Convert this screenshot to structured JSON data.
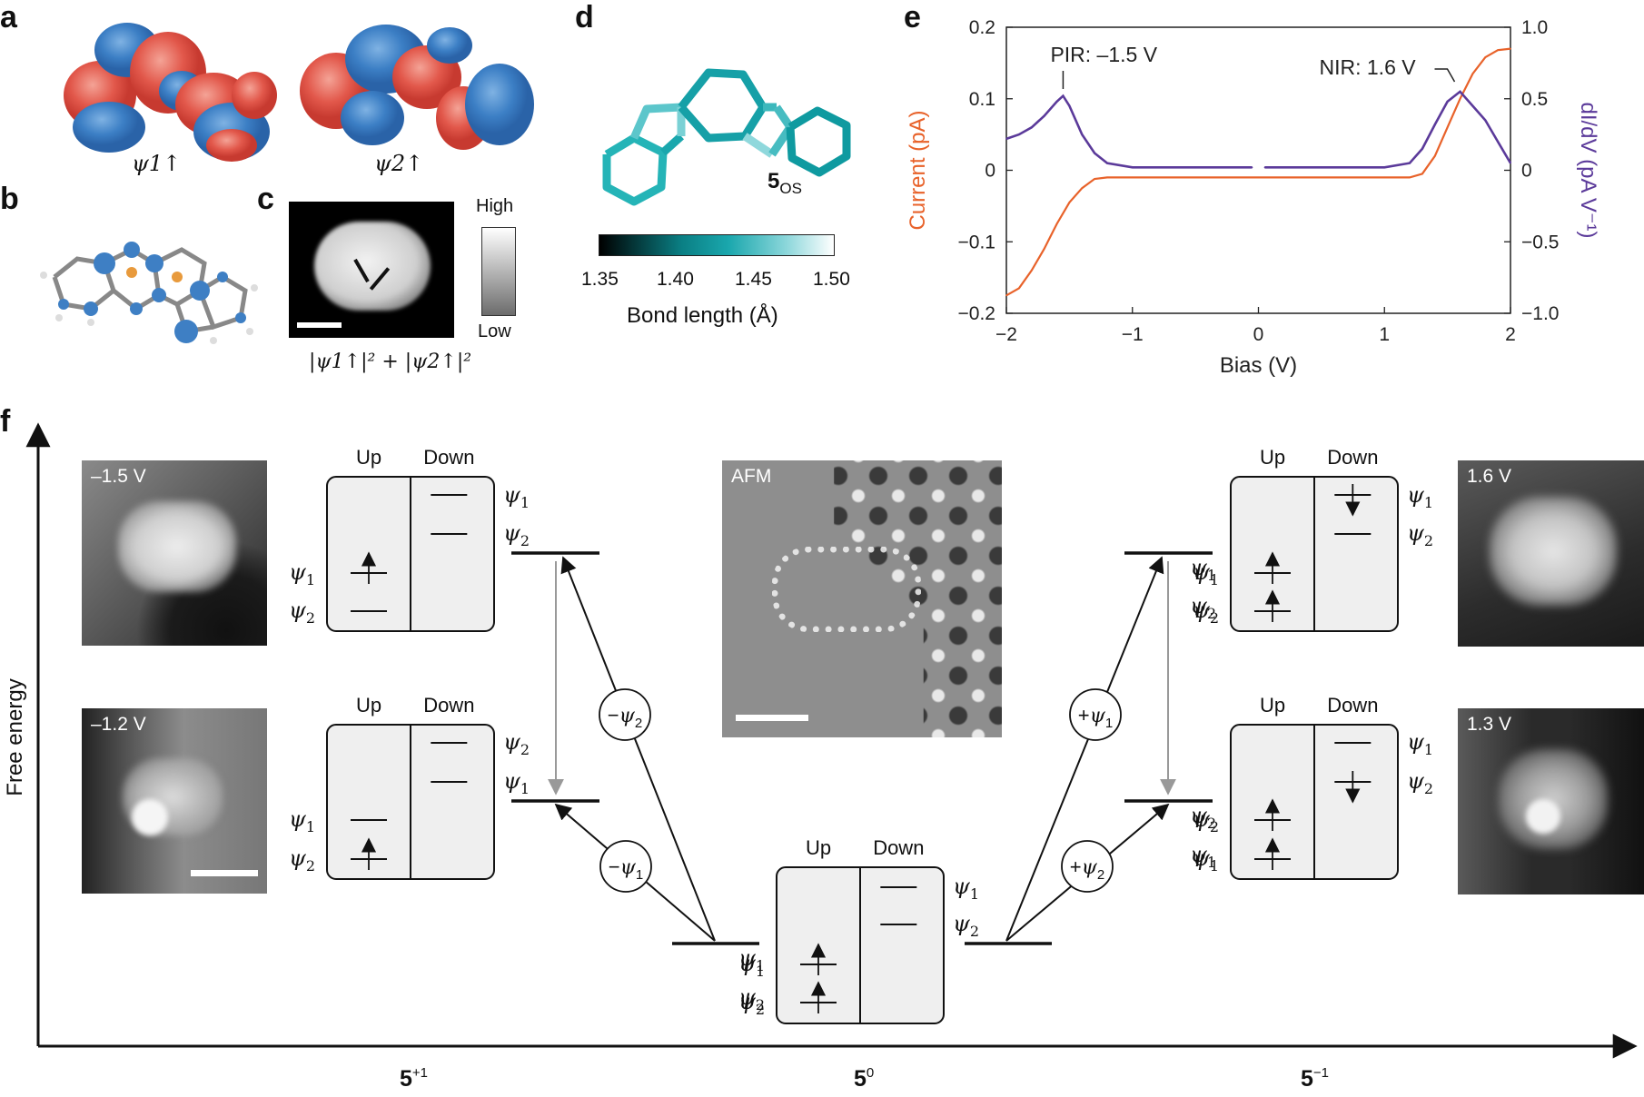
{
  "panels": {
    "a": "a",
    "b": "b",
    "c": "c",
    "d": "d",
    "e": "e",
    "f": "f"
  },
  "panel_a": {
    "orbital1_label": "ψ1↑",
    "orbital2_label": "ψ2↑"
  },
  "panel_c": {
    "colorbar_high": "High",
    "colorbar_low": "Low",
    "caption": "|ψ1↑|² + |ψ2↑|²"
  },
  "panel_d": {
    "compound_label": "5",
    "compound_subscript": "OS",
    "colorbar_ticks": [
      "1.35",
      "1.40",
      "1.45",
      "1.50"
    ],
    "colorbar_title": "Bond length (Å)",
    "colors": {
      "short": "#000000",
      "mid": "#1aa7ad",
      "long": "#ffffff"
    }
  },
  "chart_data": {
    "type": "line",
    "xlabel": "Bias (V)",
    "ylabel_left": "Current (pA)",
    "ylabel_right": "dI/dV (pA V⁻¹)",
    "xlim": [
      -2,
      2
    ],
    "ylim_left": [
      -0.2,
      0.2
    ],
    "ylim_right": [
      -1.0,
      1.0
    ],
    "x_ticks": [
      "−2",
      "−1",
      "0",
      "1",
      "2"
    ],
    "y_ticks_left": [
      "0.2",
      "0.1",
      "0",
      "−0.1",
      "−0.2"
    ],
    "y_ticks_right": [
      "1.0",
      "0.5",
      "0",
      "−0.5",
      "−1.0"
    ],
    "annotations": [
      {
        "text": "PIR: –1.5 V",
        "x": -1.55
      },
      {
        "text": "NIR: 1.6 V",
        "x": 1.6
      }
    ],
    "series": [
      {
        "name": "Current (pA)",
        "axis": "left",
        "color": "#e8622a",
        "x": [
          -2.0,
          -1.9,
          -1.8,
          -1.7,
          -1.6,
          -1.5,
          -1.4,
          -1.3,
          -1.2,
          -1.0,
          0.0,
          1.0,
          1.2,
          1.3,
          1.4,
          1.5,
          1.6,
          1.7,
          1.8,
          1.9,
          2.0
        ],
        "y": [
          -0.175,
          -0.165,
          -0.14,
          -0.11,
          -0.075,
          -0.045,
          -0.025,
          -0.012,
          -0.01,
          -0.01,
          -0.01,
          -0.01,
          -0.01,
          -0.005,
          0.02,
          0.06,
          0.1,
          0.135,
          0.158,
          0.168,
          0.17
        ]
      },
      {
        "name": "dI/dV (pA V⁻¹)",
        "axis": "right",
        "color": "#5b3a9a",
        "x": [
          -2.0,
          -1.9,
          -1.8,
          -1.7,
          -1.6,
          -1.55,
          -1.5,
          -1.4,
          -1.3,
          -1.2,
          -1.0,
          -0.5,
          -0.05,
          0.05,
          0.5,
          1.0,
          1.2,
          1.3,
          1.4,
          1.5,
          1.6,
          1.7,
          1.8,
          1.9,
          2.0
        ],
        "y": [
          0.22,
          0.25,
          0.3,
          0.38,
          0.48,
          0.52,
          0.45,
          0.25,
          0.12,
          0.05,
          0.02,
          0.02,
          0.02,
          0.02,
          0.02,
          0.02,
          0.05,
          0.15,
          0.32,
          0.48,
          0.55,
          0.45,
          0.35,
          0.2,
          0.05
        ]
      }
    ]
  },
  "panel_f": {
    "yaxis_label": "Free energy",
    "species": [
      "5",
      "5",
      "5"
    ],
    "species_charge": [
      "+1",
      "0",
      "−1"
    ],
    "afm_label": "AFM",
    "stm_labels": [
      "–1.5 V",
      "–1.2 V",
      "1.6 V",
      "1.3 V"
    ],
    "spin_up": "Up",
    "spin_down": "Down",
    "orbital_psi1": "ψ1",
    "orbital_psi2": "ψ2",
    "transitions": [
      "−ψ2",
      "−ψ1",
      "+ψ1",
      "+ψ2"
    ]
  }
}
